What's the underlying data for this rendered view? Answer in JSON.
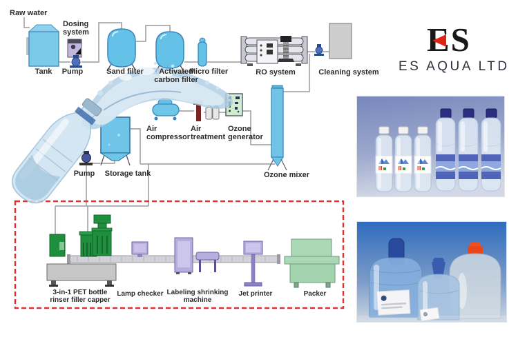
{
  "labels": {
    "raw_water": "Raw water",
    "tank": "Tank",
    "dosing_system": [
      "Dosing",
      "system"
    ],
    "pump_top": "Pump",
    "sand_filter": "Sand filter",
    "activated_carbon": [
      "Activated",
      "carbon filter"
    ],
    "micro_filter": "Micro filter",
    "ro_system": "RO system",
    "cleaning_system": "Cleaning system",
    "air_compressor": [
      "Air",
      "compressor"
    ],
    "air_treatment": [
      "Air",
      "treatment"
    ],
    "ozone_generator": [
      "Ozone",
      "generator"
    ],
    "ozone_mixer": "Ozone mixer",
    "pump_storage": "Pump",
    "storage_tank": "Storage tank"
  },
  "filling_line": {
    "rinser": [
      "3-in-1 PET bottle",
      "rinser filler capper"
    ],
    "lamp_checker": "Lamp checker",
    "labeling": [
      "Labeling shrinking",
      "machine"
    ],
    "jet_printer": "Jet printer",
    "packer": "Packer"
  },
  "brand": {
    "logo": "ES",
    "company": "ES AQUA LTD",
    "logo_color": "#191919",
    "logo_accent": "#e02413"
  },
  "colors": {
    "equipment_blue": "#6fc4e8",
    "machine_green": "#1f8f3e",
    "machine_purple": "#b7aede",
    "packer_green": "#abd9b6",
    "dashed_box_red": "#e03030",
    "pipe_gray": "#9a9a9a"
  }
}
